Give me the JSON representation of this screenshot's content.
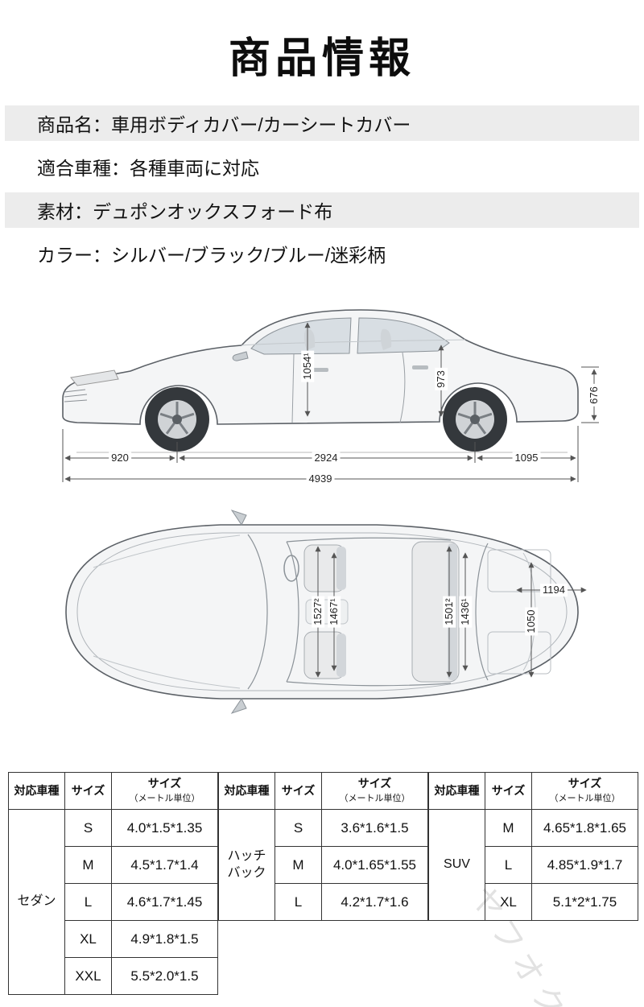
{
  "title": "商品情報",
  "info_rows": [
    "商品名：車用ボディカバー/カーシートカバー",
    "適合車種：各種車両に対応",
    "素材：デュポンオックスフォード布",
    "カラー：シルバー/ブラック/ブルー/迷彩柄"
  ],
  "side_view": {
    "cabin_front_height": "1054¹",
    "cabin_rear_height": "973",
    "rear_height": "676",
    "front_overhang": "920",
    "wheelbase": "2924",
    "rear_overhang": "1095",
    "total_length": "4939"
  },
  "top_view": {
    "front_width_outer": "1527²",
    "front_width_inner": "1467¹",
    "rear_width_outer": "1501²",
    "rear_width_inner": "1436¹",
    "rear_deck_width": "1194",
    "trunk_length": "1050"
  },
  "size_table": {
    "headers": {
      "vehicle": "対応車種",
      "size": "サイズ",
      "dims_line1": "サイズ",
      "dims_line2": "（メートル単位）"
    },
    "groups": [
      {
        "vehicle": "セダン",
        "rows": [
          {
            "size": "S",
            "dims": "4.0*1.5*1.35"
          },
          {
            "size": "M",
            "dims": "4.5*1.7*1.4"
          },
          {
            "size": "L",
            "dims": "4.6*1.7*1.45"
          },
          {
            "size": "XL",
            "dims": "4.9*1.8*1.5"
          },
          {
            "size": "XXL",
            "dims": "5.5*2.0*1.5"
          }
        ]
      },
      {
        "vehicle": "ハッチバック",
        "rows": [
          {
            "size": "S",
            "dims": "3.6*1.6*1.5"
          },
          {
            "size": "M",
            "dims": "4.0*1.65*1.55"
          },
          {
            "size": "L",
            "dims": "4.2*1.7*1.6"
          }
        ]
      },
      {
        "vehicle": "SUV",
        "rows": [
          {
            "size": "M",
            "dims": "4.65*1.8*1.65"
          },
          {
            "size": "L",
            "dims": "4.85*1.9*1.7"
          },
          {
            "size": "XL",
            "dims": "5.1*2*1.75"
          }
        ]
      }
    ]
  },
  "watermark": "ヤフオク",
  "colors": {
    "info_band": "#ececec",
    "text": "#111111",
    "table_border": "#333333",
    "diagram_line": "#555555"
  }
}
